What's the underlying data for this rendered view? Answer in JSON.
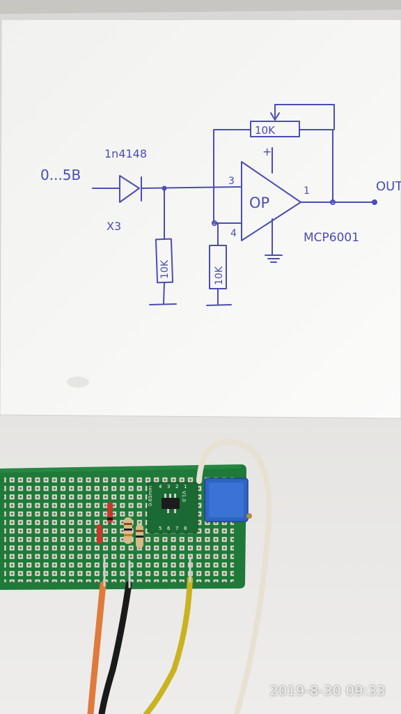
{
  "schematic": {
    "input_label": "0...5B",
    "diode_label": "1n4148",
    "multiplier_label": "X3",
    "pot_label": "10K",
    "feedback_resistor_label": "10K",
    "pulldown_resistor_label": "10K",
    "ground_resistor_label": "10K",
    "opamp_label": "OP",
    "plus_label": "+",
    "pin3_label": "3",
    "pin4_label": "4",
    "pin1_label": "1",
    "output_label": "OUT",
    "chip_label": "MCP6001"
  },
  "board": {
    "adapter_text": "0.65mm",
    "adapter_top_text": "V1.0",
    "pin_numbers": [
      "4",
      "3",
      "2",
      "1",
      "5",
      "6",
      "7",
      "8"
    ]
  },
  "timestamp": "2019-8-30 09:33",
  "colors": {
    "ink": "#4a4db3",
    "pcb": "#1f7a3a",
    "pot": "#2e64c2",
    "wire_orange": "#e07a3c",
    "wire_black": "#1a1a1a",
    "wire_yellow": "#c9b31f",
    "wire_white": "#e8e1d2"
  }
}
